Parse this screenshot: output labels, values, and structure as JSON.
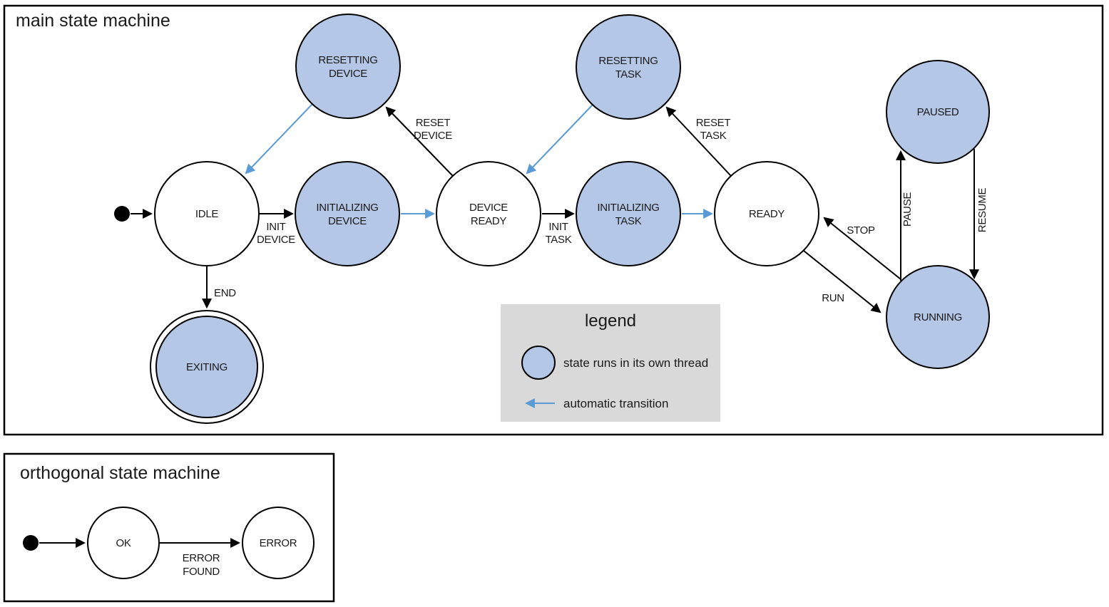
{
  "colors": {
    "threaded_state_fill": "#b4c7e7",
    "plain_state_fill": "#ffffff",
    "auto_transition_blue": "#5b9bd5",
    "legend_background": "#d9d9d9",
    "edge_black": "#000000"
  },
  "main": {
    "title": "main state machine",
    "states": {
      "idle": {
        "label": "IDLE"
      },
      "initializing_device": {
        "line1": "INITIALIZING",
        "line2": "DEVICE"
      },
      "device_ready": {
        "line1": "DEVICE",
        "line2": "READY"
      },
      "initializing_task": {
        "line1": "INITIALIZING",
        "line2": "TASK"
      },
      "ready": {
        "label": "READY"
      },
      "resetting_device": {
        "line1": "RESETTING",
        "line2": "DEVICE"
      },
      "resetting_task": {
        "line1": "RESETTING",
        "line2": "TASK"
      },
      "paused": {
        "label": "PAUSED"
      },
      "running": {
        "label": "RUNNING"
      },
      "exiting": {
        "label": "EXITING"
      }
    },
    "transitions": {
      "init_device": {
        "line1": "INIT",
        "line2": "DEVICE"
      },
      "init_task": {
        "line1": "INIT",
        "line2": "TASK"
      },
      "reset_device": {
        "line1": "RESET",
        "line2": "DEVICE"
      },
      "reset_task": {
        "line1": "RESET",
        "line2": "TASK"
      },
      "end": {
        "label": "END"
      },
      "run": {
        "label": "RUN"
      },
      "stop": {
        "label": "STOP"
      },
      "pause": {
        "label": "PAUSE"
      },
      "resume": {
        "label": "RESUME"
      }
    }
  },
  "legend": {
    "title": "legend",
    "items": [
      {
        "symbol": "threaded-state-circle",
        "label": "state runs in its own thread"
      },
      {
        "symbol": "automatic-transition-arrow",
        "label": "automatic transition"
      }
    ]
  },
  "orthogonal": {
    "title": "orthogonal state machine",
    "states": {
      "ok": {
        "label": "OK"
      },
      "error": {
        "label": "ERROR"
      }
    },
    "transitions": {
      "error_found": {
        "line1": "ERROR",
        "line2": "FOUND"
      }
    }
  }
}
